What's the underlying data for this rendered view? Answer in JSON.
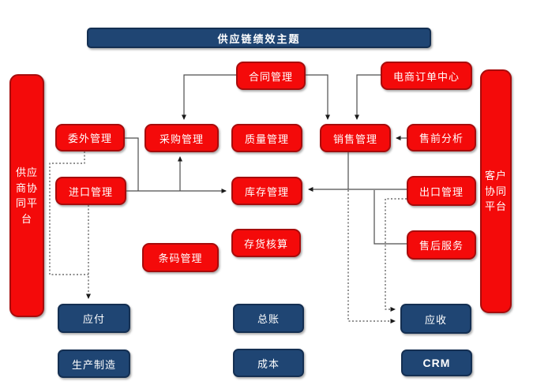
{
  "title": {
    "label": "供应链绩效主题"
  },
  "platforms": {
    "supplier": {
      "label": "供应商协同平台",
      "lines": [
        "供应",
        "商协",
        "同平",
        "台"
      ]
    },
    "customer": {
      "label": "客户协同平台",
      "lines": [
        "客户",
        "协同",
        "平台"
      ]
    }
  },
  "modules": {
    "contract": {
      "label": "合同管理"
    },
    "ecommerce_order_center": {
      "label": "电商订单中心"
    },
    "outsourcing": {
      "label": "委外管理"
    },
    "purchasing": {
      "label": "采购管理"
    },
    "quality": {
      "label": "质量管理"
    },
    "sales": {
      "label": "销售管理"
    },
    "presales_analysis": {
      "label": "售前分析"
    },
    "import": {
      "label": "进口管理"
    },
    "inventory": {
      "label": "库存管理"
    },
    "export": {
      "label": "出口管理"
    },
    "barcode": {
      "label": "条码管理"
    },
    "inventory_accounting": {
      "label": "存货核算"
    },
    "aftersales_service": {
      "label": "售后服务"
    }
  },
  "finance": {
    "accounts_payable": {
      "label": "应付"
    },
    "general_ledger": {
      "label": "总账"
    },
    "accounts_receivable": {
      "label": "应收"
    },
    "manufacturing": {
      "label": "生产制造"
    },
    "cost": {
      "label": "成本"
    },
    "crm": {
      "label": "CRM"
    }
  },
  "colors": {
    "module_red": "#f40a0a",
    "module_red_border": "#a70c0c",
    "finance_blue": "#1f4573",
    "finance_blue_border": "#142f52",
    "connector_gray": "#4d4d4d",
    "text_white": "#ffffff"
  }
}
